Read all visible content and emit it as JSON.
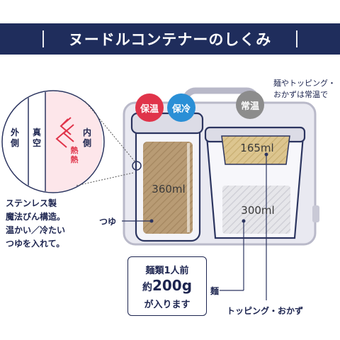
{
  "header": {
    "title": "ヌードルコンテナーのしくみ"
  },
  "badges": {
    "warm": "保温",
    "cold": "保冷",
    "room": "常温"
  },
  "top_right_note": {
    "line1": "麺やトッピング・",
    "line2": "おかずは常温で"
  },
  "wall_diagram": {
    "outer": "外側",
    "vacuum": "真空",
    "inner": "内側",
    "heat": "熱熱"
  },
  "left_note": {
    "line1": "ステンレス製",
    "line2": "魔法びん構造。",
    "line3": "温かい／冷たい",
    "line4": "つゆを入れて。"
  },
  "volumes": {
    "soup": "360ml",
    "topping": "165ml",
    "noodle": "300ml"
  },
  "labels": {
    "tsuyu": "つゆ",
    "men": "麺",
    "topping": "トッピング・おかず"
  },
  "capacity_box": {
    "line1": "麺類1人前",
    "line2_prefix": "約",
    "line2_value": "200g",
    "line3": "が入ります"
  },
  "colors": {
    "navy": "#1f2d5c",
    "warm_red": "#e0344a",
    "cold_blue": "#2a8fd6",
    "room_gray": "#8c8c8c",
    "soup_brown": "#b89b74",
    "topping_tan": "#d9bf86",
    "container_tint": "#e6e6f0"
  }
}
